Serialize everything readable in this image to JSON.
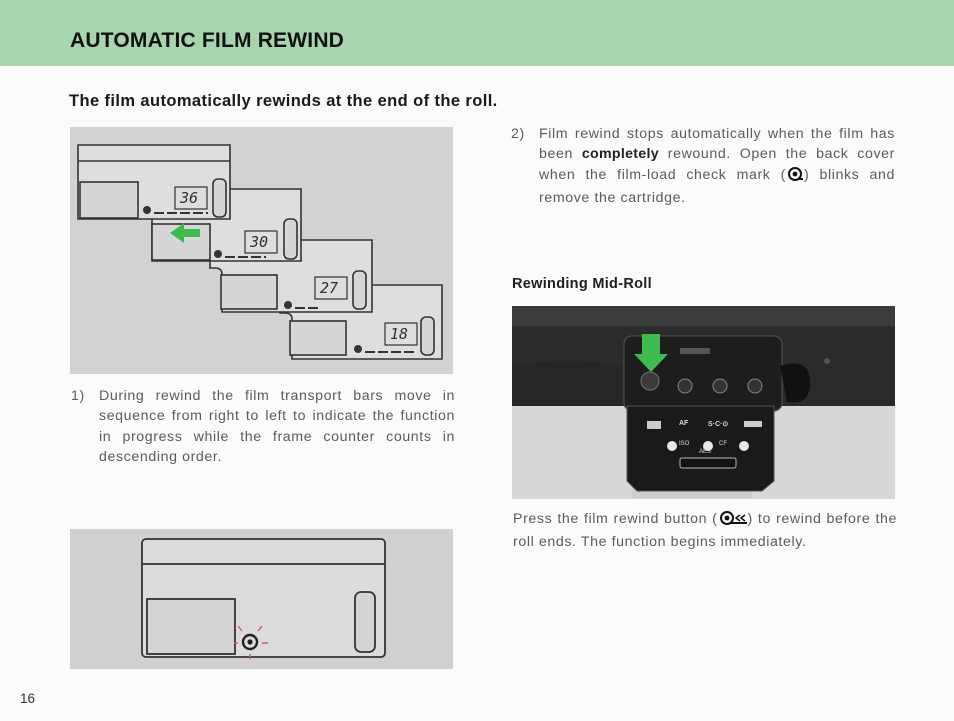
{
  "header": {
    "title": "AUTOMATIC FILM REWIND"
  },
  "subtitle": "The film automatically rewinds at the end of the roll.",
  "figure_top": {
    "frame_counts": [
      "36",
      "30",
      "27",
      "18"
    ]
  },
  "step1": {
    "number": "1)",
    "text": "During rewind the film transport bars move in sequence from right to left to indicate the function in progress while the frame counter counts in descending order."
  },
  "step2": {
    "number": "2)",
    "text_before": "Film rewind stops automatically when the film has been ",
    "text_bold": "completely",
    "text_after_1": " rewound. Open the back cover when the film-load check mark (",
    "text_after_2": ") blinks and remove the cartridge."
  },
  "mid_roll": {
    "title": "Rewinding Mid-Roll",
    "text_before": "Press the film rewind button (",
    "text_after": ") to rewind before the roll ends. The function begins immediately."
  },
  "photo_labels": {
    "af": "AF",
    "scs": "S·C·⊙",
    "iso": "ISO",
    "cf": "CF",
    "aes": "AES"
  },
  "colors": {
    "header": "#a7d6ae",
    "arrow": "#3dbb4e",
    "blink": "#e05050"
  },
  "page_number": "16"
}
